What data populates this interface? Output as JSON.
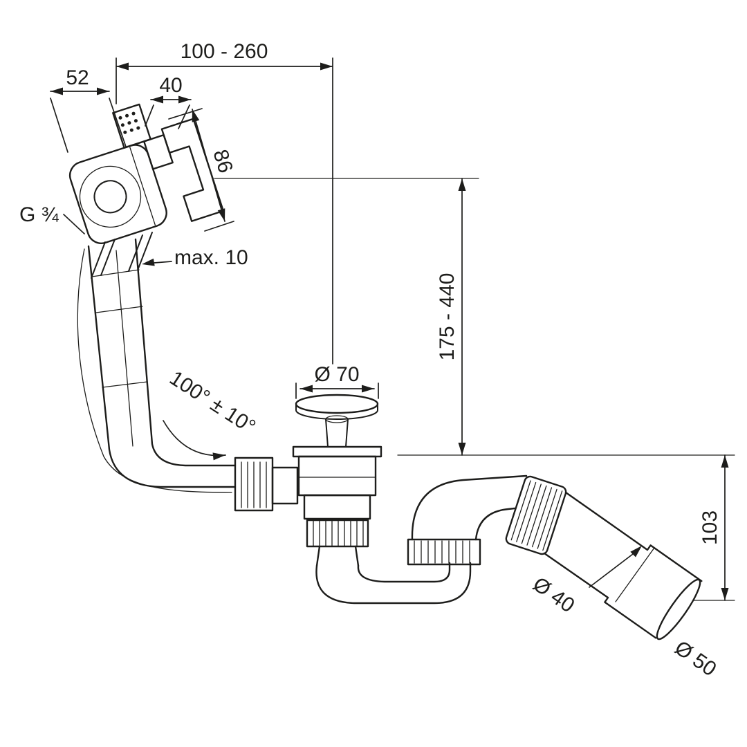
{
  "page": {
    "background": "#ffffff",
    "ink": "#1d1d1b"
  },
  "drawing": {
    "name": "bath-waste-overflow-set-dimension-drawing",
    "labels": {
      "span": "100 - 260",
      "width52": "52",
      "width40": "40",
      "depth86": "86",
      "thread": "G ¾",
      "max_thickness": "max. 10",
      "height_range": "175 - 440",
      "dia70": "Ø 70",
      "angle": "100° ± 10°",
      "height103": "103",
      "dia40": "Ø 40",
      "dia50": "Ø 50"
    }
  }
}
